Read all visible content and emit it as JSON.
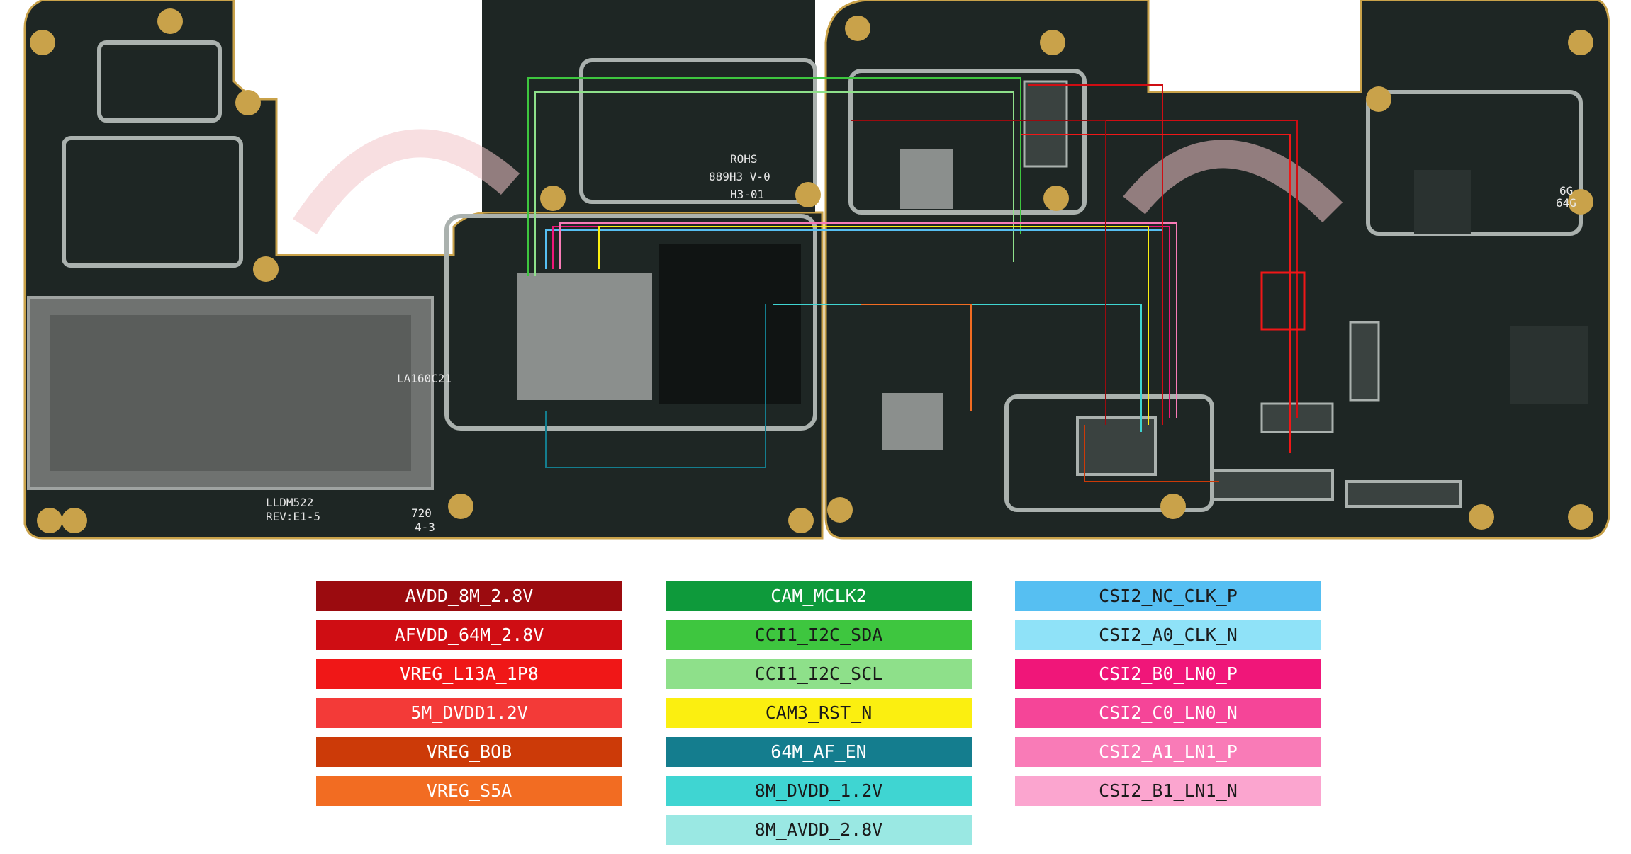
{
  "board": {
    "silkscreen": [
      "ROHS",
      "889H3 V-0",
      "H3-01",
      "LA160C21",
      "LLDM522",
      "REV:E1-5",
      "720",
      "4-3",
      "6G",
      "64G"
    ],
    "colors": {
      "pcb": "#1e2624",
      "pcb_dark": "#141a19",
      "pad": "#c9a24a",
      "shield": "#aab1ae",
      "watermark": "#f2c4c9"
    }
  },
  "legend": {
    "columns": [
      [
        {
          "label": "AVDD_8M_2.8V",
          "bg": "#9b0b0f",
          "fg": "#ffffff"
        },
        {
          "label": "AFVDD_64M_2.8V",
          "bg": "#cf0d13",
          "fg": "#ffffff"
        },
        {
          "label": "VREG_L13A_1P8",
          "bg": "#f01717",
          "fg": "#ffffff"
        },
        {
          "label": "5M_DVDD1.2V",
          "bg": "#f33a38",
          "fg": "#ffffff"
        },
        {
          "label": "VREG_BOB",
          "bg": "#cc3a08",
          "fg": "#ffffff"
        },
        {
          "label": "VREG_S5A",
          "bg": "#f26c22",
          "fg": "#ffffff"
        }
      ],
      [
        {
          "label": "CAM_MCLK2",
          "bg": "#0e9a3b",
          "fg": "#ffffff"
        },
        {
          "label": "CCI1_I2C_SDA",
          "bg": "#3ec63f",
          "fg": "#1a1a1a"
        },
        {
          "label": "CCI1_I2C_SCL",
          "bg": "#8ee08a",
          "fg": "#1a1a1a"
        },
        {
          "label": "CAM3_RST_N",
          "bg": "#fbef10",
          "fg": "#1a1a1a"
        },
        {
          "label": "64M_AF_EN",
          "bg": "#147d8e",
          "fg": "#ffffff"
        },
        {
          "label": "8M_DVDD_1.2V",
          "bg": "#3fd5d2",
          "fg": "#1a1a1a"
        },
        {
          "label": "8M_AVDD_2.8V",
          "bg": "#9ae8e3",
          "fg": "#1a1a1a"
        }
      ],
      [
        {
          "label": "CSI2_NC_CLK_P",
          "bg": "#56bff2",
          "fg": "#1a1a1a"
        },
        {
          "label": "CSI2_A0_CLK_N",
          "bg": "#8fe2f8",
          "fg": "#1a1a1a"
        },
        {
          "label": "CSI2_B0_LN0_P",
          "bg": "#f01679",
          "fg": "#ffffff"
        },
        {
          "label": "CSI2_C0_LN0_N",
          "bg": "#f54598",
          "fg": "#ffffff"
        },
        {
          "label": "CSI2_A1_LN1_P",
          "bg": "#f97bb7",
          "fg": "#ffffff"
        },
        {
          "label": "CSI2_B1_LN1_N",
          "bg": "#fba5cf",
          "fg": "#1a1a1a"
        }
      ]
    ]
  }
}
